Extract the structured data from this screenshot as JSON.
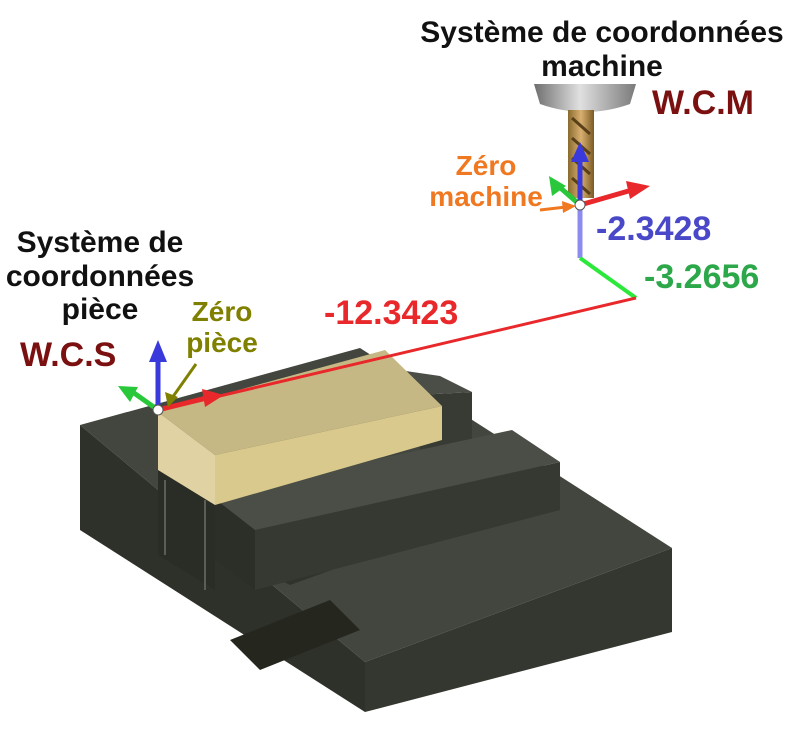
{
  "machine": {
    "title_line1": "Système de coordonnées",
    "title_line2": "machine",
    "code": "W.C.M",
    "zero_line1": "Zéro",
    "zero_line2": "machine"
  },
  "workpiece": {
    "title_line1": "Système de",
    "title_line2": "coordonnées",
    "title_line3": "pièce",
    "code": "W.C.S",
    "zero_line1": "Zéro",
    "zero_line2": "pièce"
  },
  "offsets": {
    "x": "-12.3423",
    "y": "-3.2656",
    "z": "-2.3428"
  },
  "colors": {
    "code_text": "#7a1010",
    "zero_machine_text": "#f07820",
    "zero_piece_text": "#808000",
    "x_axis": "#e8282a",
    "y_axis": "#2ca84a",
    "z_axis": "#4848c8",
    "part": "#d9c98c",
    "vise_body": "#3a3e36"
  }
}
